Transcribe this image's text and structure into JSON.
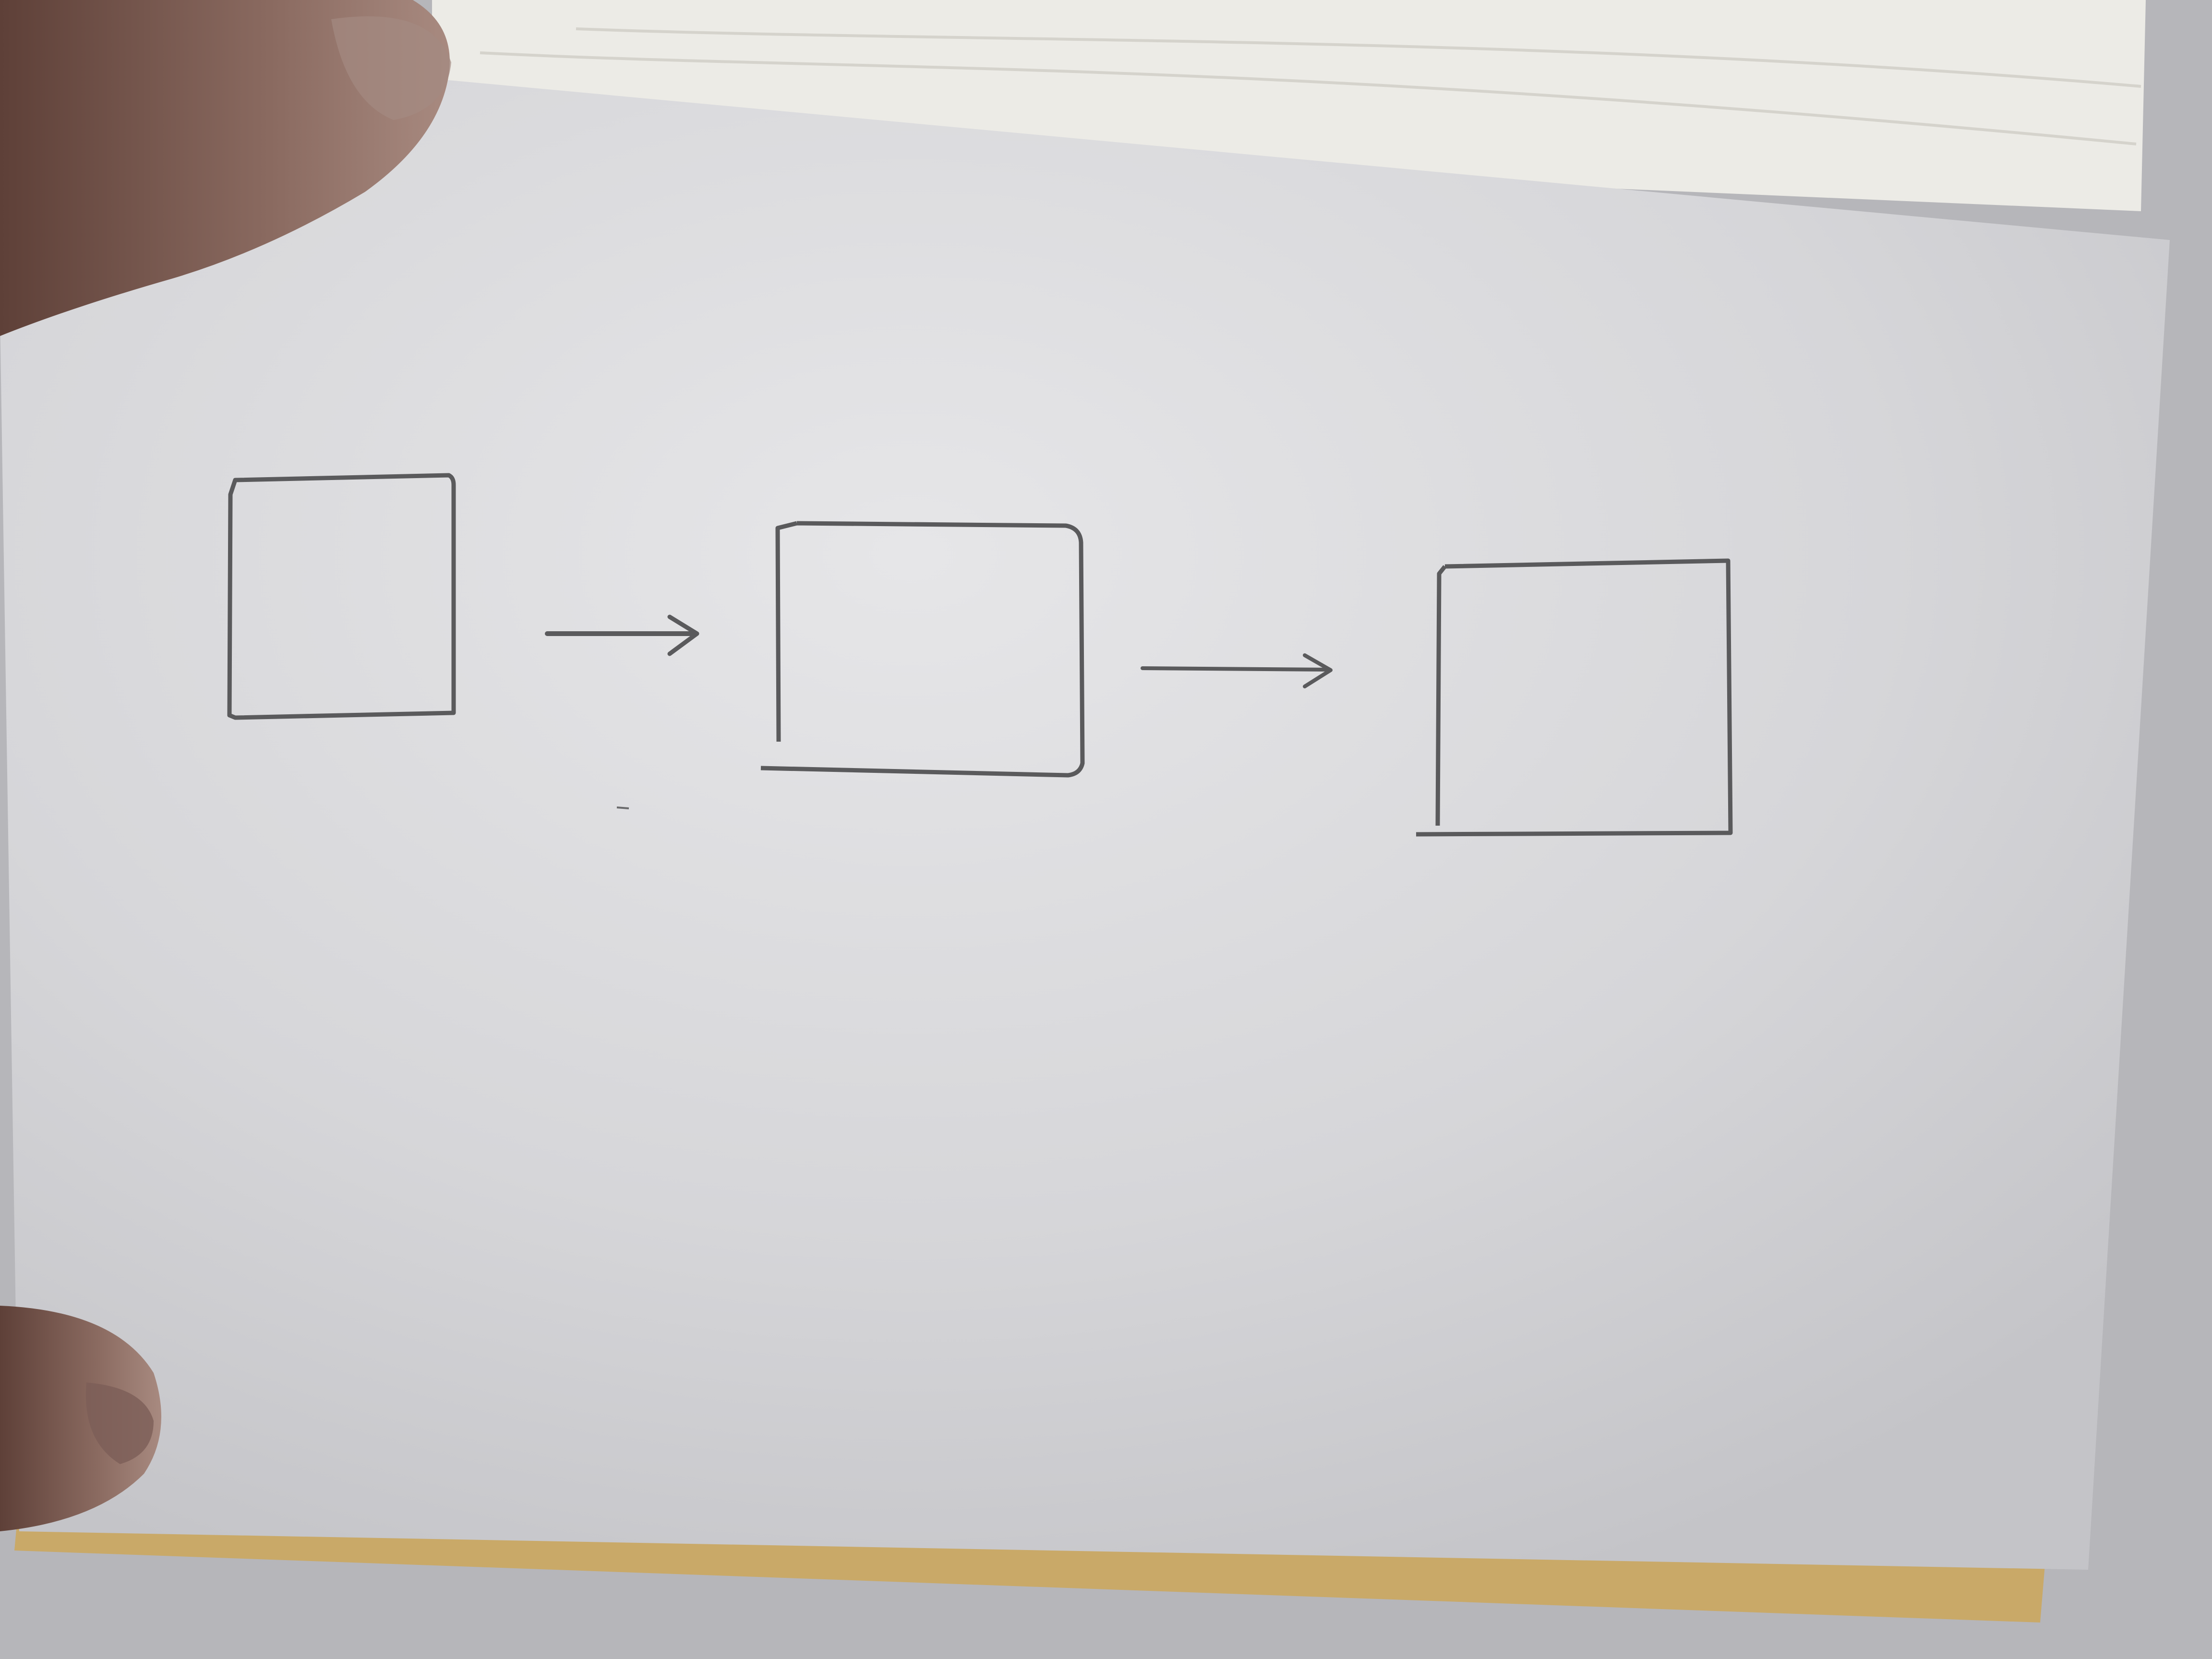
{
  "scene": {
    "description_kind": "photo-of-hand-drawn-sketch",
    "colors": {
      "background": "#b6b6ba",
      "paper": "#d9d9dc",
      "paper_highlight": "#e4e4e6",
      "back_pages": "#ecebe6",
      "cardboard": "#c9a968",
      "ink": "#5a5a5c",
      "skin": "#7a5a50"
    }
  },
  "diagram": {
    "nodes": [
      {
        "id": "box-1",
        "label": ""
      },
      {
        "id": "box-2",
        "label": ""
      },
      {
        "id": "box-3",
        "label": ""
      }
    ],
    "edges": [
      {
        "from": "box-1",
        "to": "box-2",
        "label": ""
      },
      {
        "from": "box-2",
        "to": "box-3",
        "label": ""
      }
    ]
  }
}
